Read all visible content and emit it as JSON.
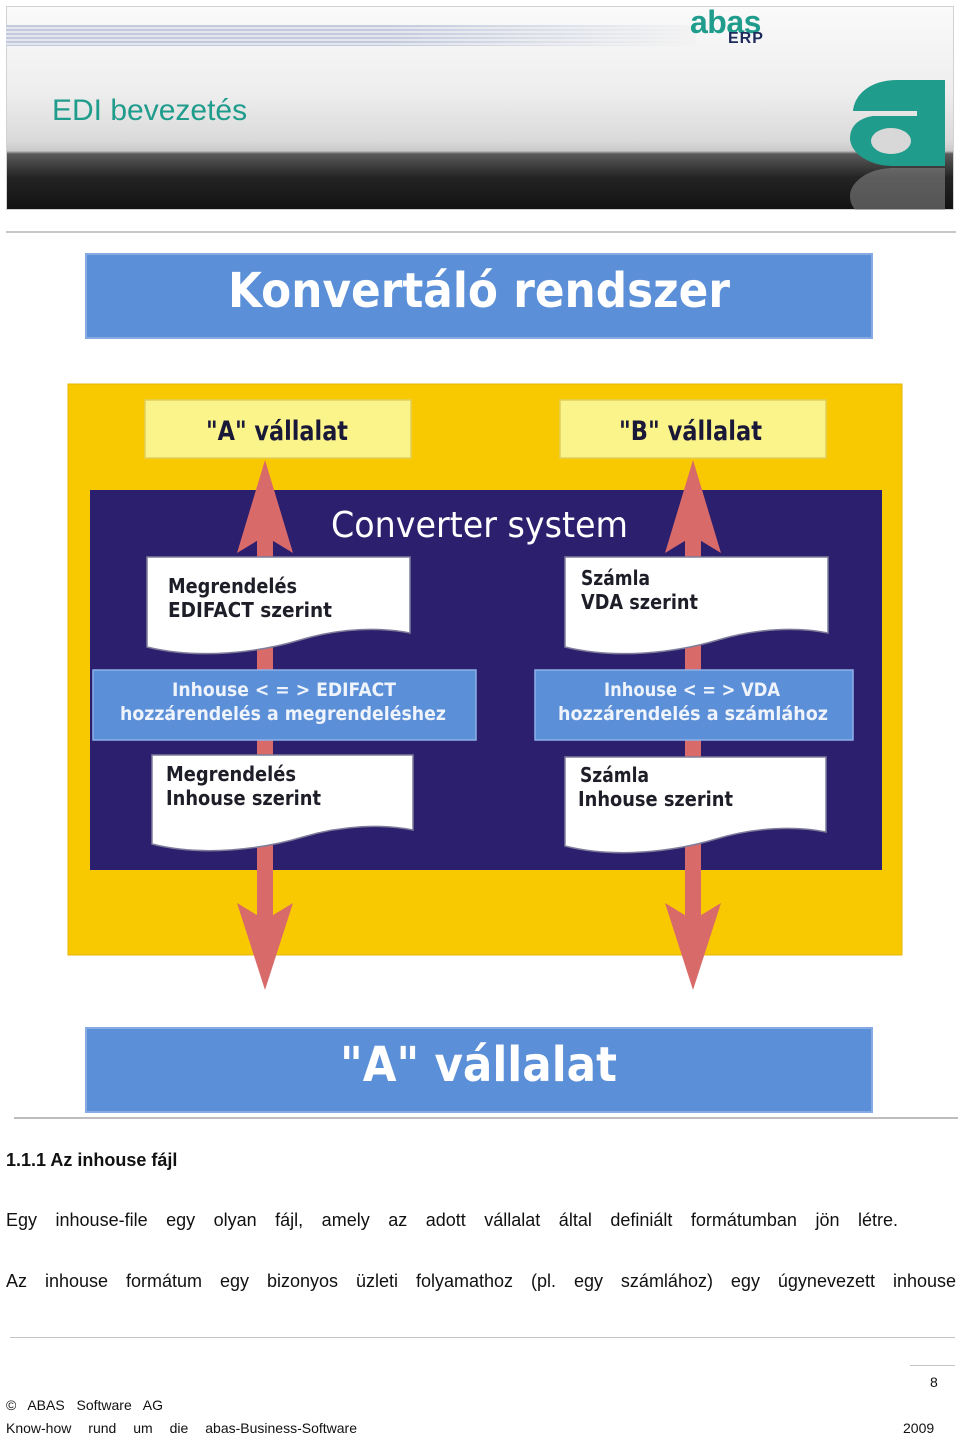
{
  "header": {
    "title": "EDI bevezetés",
    "logo": {
      "brand": "abas",
      "product": "ERP"
    }
  },
  "figure": {
    "banner_title": "Konvertáló rendszer",
    "company_a": "\"A\" vállalat",
    "company_b": "\"B\" vállalat",
    "system_title": "Converter system",
    "left": {
      "doc_top": [
        "Megrendelés",
        "EDIFACT szerint"
      ],
      "mapping": [
        "Inhouse < = > EDIFACT",
        "hozzárendelés a megrendeléshez"
      ],
      "doc_bottom": [
        "Megrendelés",
        "Inhouse szerint"
      ]
    },
    "right": {
      "doc_top": [
        "Számla",
        "VDA szerint"
      ],
      "mapping": [
        "Inhouse < = > VDA",
        "hozzárendelés a számlához"
      ],
      "doc_bottom": [
        "Számla",
        "Inhouse szerint"
      ]
    },
    "bottom_banner": "\"A\" vállalat"
  },
  "section": {
    "heading": "1.1.1 Az inhouse fájl",
    "paragraphs": [
      "Egy inhouse-file egy olyan fájl, amely az adott vállalat által definiált formátumban jön létre.",
      "Az inhouse formátum egy bizonyos üzleti folyamathoz (pl. egy számlához) egy úgynevezett inhouse"
    ]
  },
  "footer": {
    "page_number": "8",
    "copyright": "© ABAS Software AG",
    "tagline": "Know-how rund um die abas-Business-Software",
    "year": "2009"
  },
  "colors": {
    "teal": "#1f9c8c",
    "banner_blue": "#5b8fd7",
    "frame_yellow": "#f8c800",
    "box_yellow": "#fbf48a",
    "system_navy": "#2c1f6e",
    "arrow_red": "#d96a6a",
    "logo_navy": "#1d2a5c"
  }
}
